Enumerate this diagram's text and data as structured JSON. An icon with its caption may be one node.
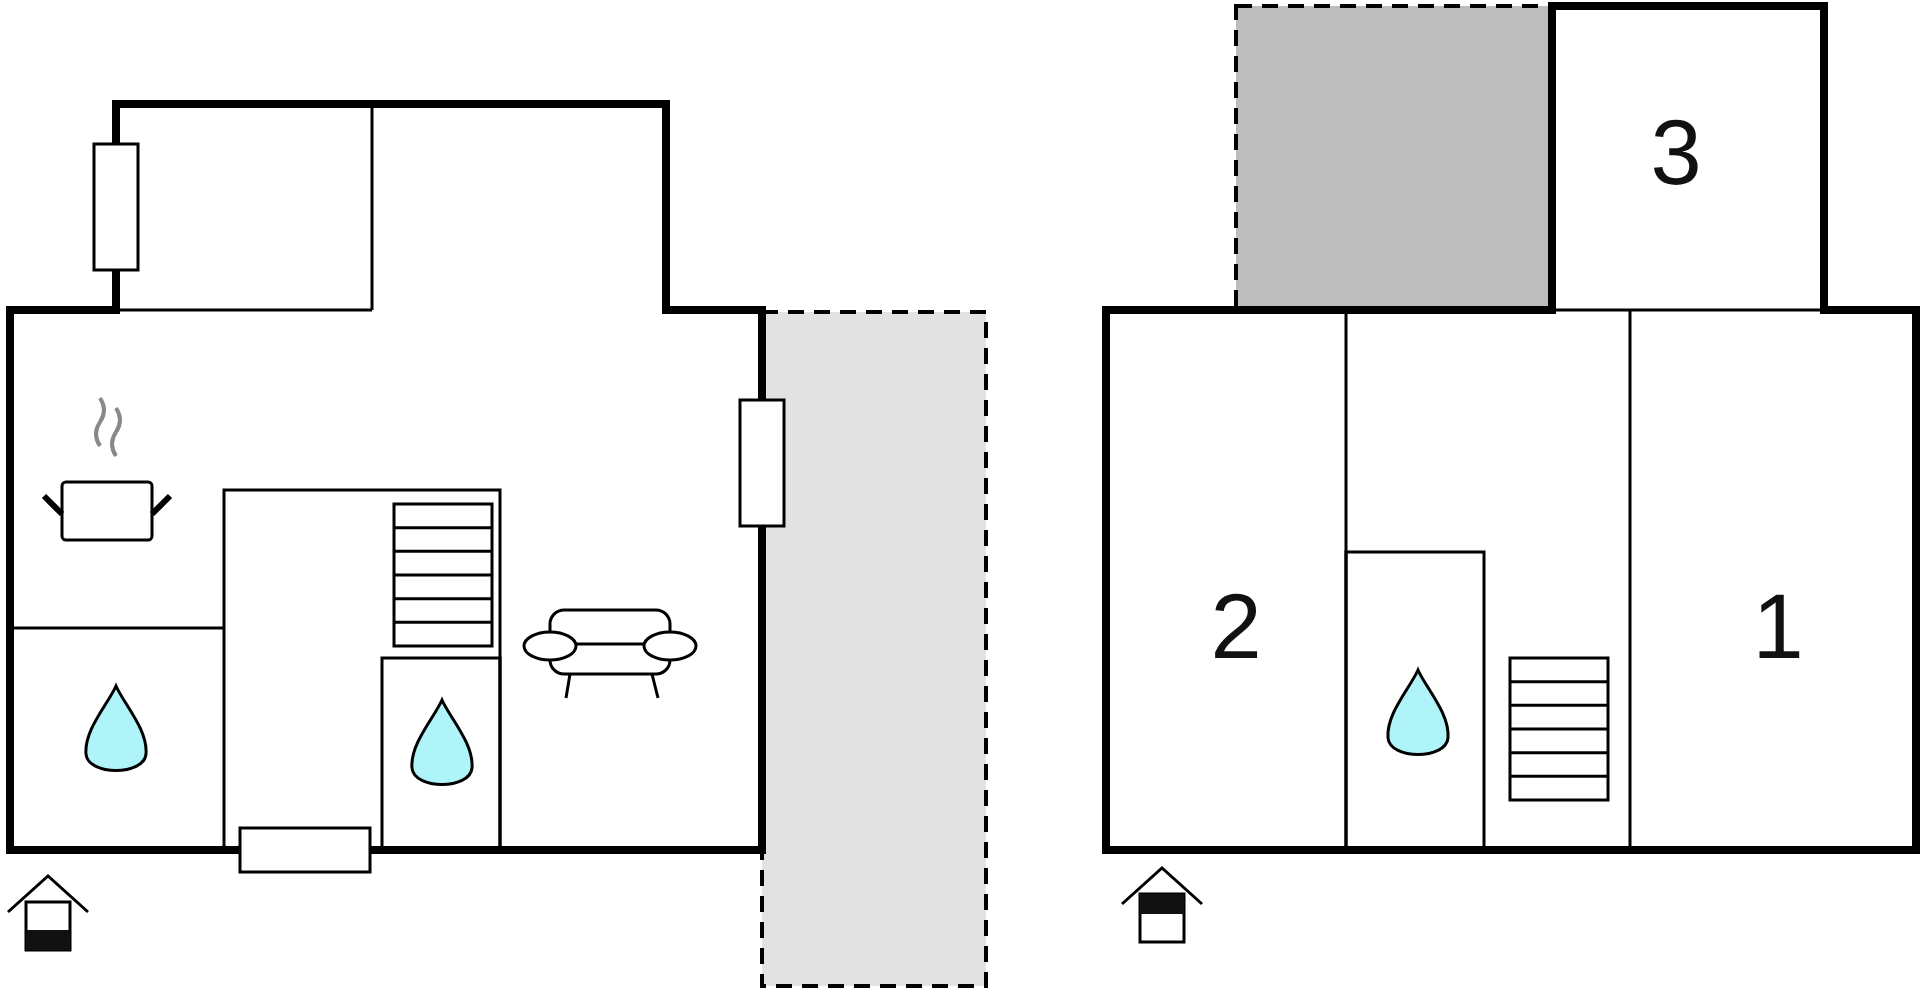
{
  "diagram": {
    "labels": [
      "3",
      "2",
      "1"
    ]
  }
}
